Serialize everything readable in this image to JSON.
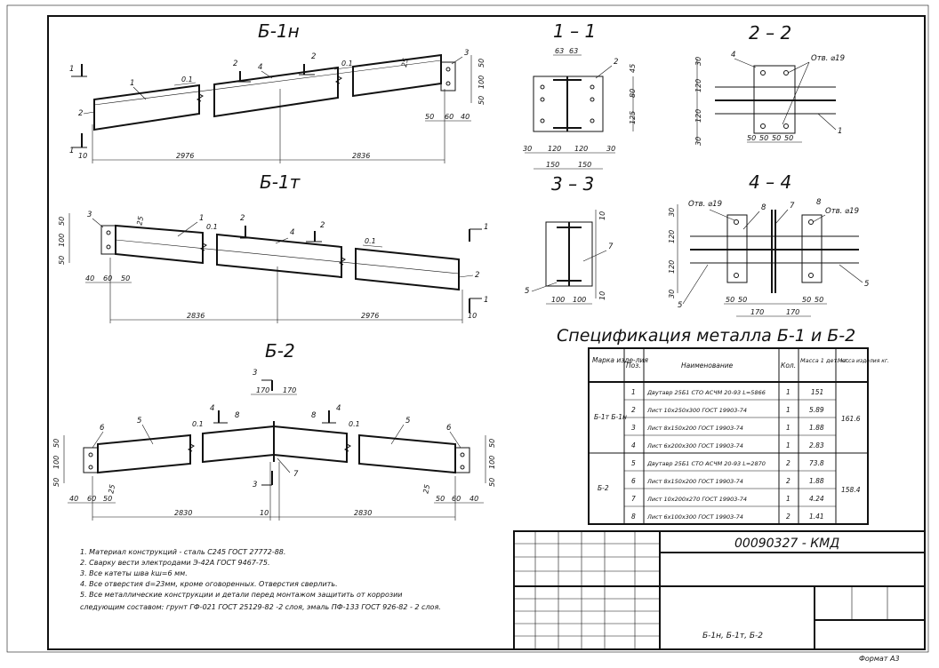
{
  "views": {
    "b1n": {
      "title": "Б-1н",
      "cut_1": "1",
      "cut_2": "2",
      "positions": [
        "1",
        "2",
        "3",
        "4"
      ],
      "slope": "0.1",
      "dims": {
        "d2976": "2976",
        "d2836": "2836",
        "d10": "10",
        "d25": "25",
        "d50": "50",
        "d100": "100",
        "d40": "40",
        "d60": "60"
      }
    },
    "b1t": {
      "title": "Б-1т",
      "cut_1": "1",
      "cut_2": "2",
      "positions": [
        "1",
        "2",
        "3",
        "4"
      ],
      "slope": "0.1",
      "dims": {
        "d2836": "2836",
        "d2976": "2976",
        "d10": "10",
        "d25": "25",
        "d50": "50",
        "d100": "100",
        "d40": "40",
        "d60": "60"
      }
    },
    "b2": {
      "title": "Б-2",
      "cut_3": "3",
      "cut_4": "4",
      "positions": [
        "5",
        "6",
        "7",
        "8"
      ],
      "slope": "0.1",
      "dims": {
        "d2830a": "2830",
        "d2830b": "2830",
        "d10": "10",
        "d170": "170",
        "d25": "25",
        "d50": "50",
        "d100": "100",
        "d40": "40",
        "d60": "60"
      }
    },
    "s11": {
      "title": "1 – 1",
      "pos": "2",
      "dims": {
        "d63": "63",
        "d45": "45",
        "d80": "80",
        "d125": "125",
        "d30": "30",
        "d120": "120",
        "d150": "150"
      }
    },
    "s22": {
      "title": "2 – 2",
      "pos_a": "4",
      "pos_b": "1",
      "hole": "Отв. ⌀19",
      "dims": {
        "d30": "30",
        "d120": "120",
        "d50": "50"
      }
    },
    "s33": {
      "title": "3 – 3",
      "pos_a": "7",
      "pos_b": "5",
      "dims": {
        "d10": "10",
        "d100": "100"
      }
    },
    "s44": {
      "title": "4 – 4",
      "pos_a": "8",
      "pos_b": "7",
      "pos_c": "5",
      "hole": "Отв. ⌀19",
      "dims": {
        "d30": "30",
        "d120": "120",
        "d50": "50",
        "d170": "170"
      }
    }
  },
  "spec": {
    "title": "Спецификация металла Б-1 и Б-2",
    "headers": {
      "mark": "Марка изде-лия",
      "pos": "Поз.",
      "name": "Наименование",
      "qty": "Кол.",
      "mass_part": "Масса 1 дет. кг.",
      "mass_item": "Масса изделия кг."
    },
    "groups": [
      {
        "mark": "Б-1т Б-1н",
        "mass": "161.6"
      },
      {
        "mark": "Б-2",
        "mass": "158.4"
      }
    ],
    "rows": [
      {
        "pos": "1",
        "name": "Двутавр 25Б1 СТО АСЧМ 20-93 L=5866",
        "qty": "1",
        "mass": "151"
      },
      {
        "pos": "2",
        "name": "Лист 10х250х300 ГОСТ 19903-74",
        "qty": "1",
        "mass": "5.89"
      },
      {
        "pos": "3",
        "name": "Лист 8х150х200 ГОСТ 19903-74",
        "qty": "1",
        "mass": "1.88"
      },
      {
        "pos": "4",
        "name": "Лист 6х200х300 ГОСТ 19903-74",
        "qty": "1",
        "mass": "2.83"
      },
      {
        "pos": "5",
        "name": "Двутавр 25Б1 СТО АСЧМ 20-93 L=2870",
        "qty": "2",
        "mass": "73.8"
      },
      {
        "pos": "6",
        "name": "Лист 8х150х200 ГОСТ 19903-74",
        "qty": "2",
        "mass": "1.88"
      },
      {
        "pos": "7",
        "name": "Лист 10х200х270 ГОСТ 19903-74",
        "qty": "1",
        "mass": "4.24"
      },
      {
        "pos": "8",
        "name": "Лист 6х100х300 ГОСТ 19903-74",
        "qty": "2",
        "mass": "1.41"
      }
    ]
  },
  "notes": [
    "1. Материал конструкций - сталь С245 ГОСТ 27772-88.",
    "2. Сварку вести электродами Э-42А ГОСТ 9467-75.",
    "3. Все катеты шва kш=6 мм.",
    "4. Все отверстия d=23мм, кроме оговоренных. Отверстия сверлить.",
    "5. Все металлические конструкции и детали перед монтажом защитить от коррозии",
    "следующим составом: грунт ГФ-021 ГОСТ 25129-82 -2 слоя, эмаль ПФ-133 ГОСТ 926-82 - 2 слоя."
  ],
  "title_block": {
    "code": "00090327 - КМД",
    "sheet_name": "Б-1н, Б-1т, Б-2"
  },
  "format": "Формат А3"
}
